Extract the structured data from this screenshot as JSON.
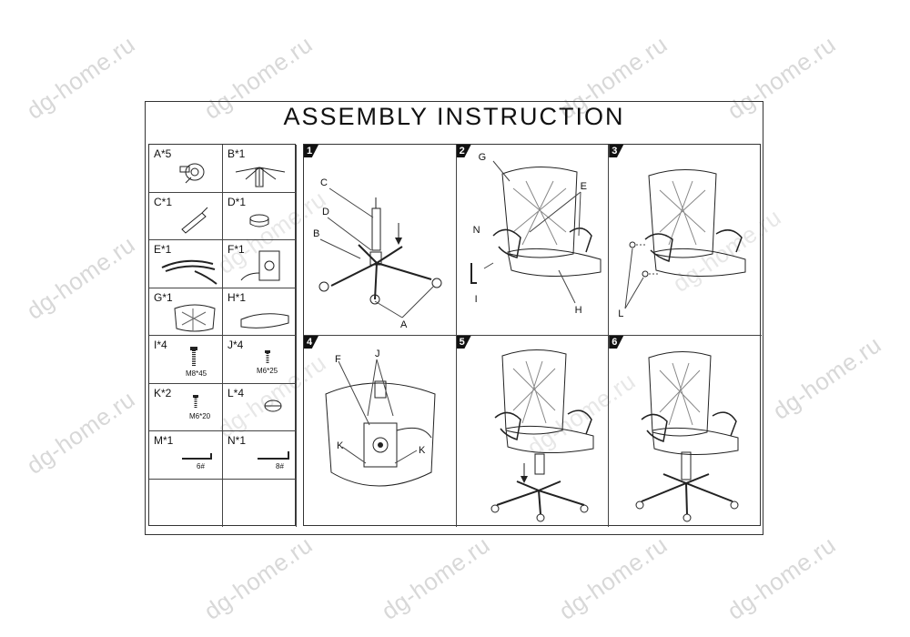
{
  "title": "ASSEMBLY INSTRUCTION",
  "watermark": "dg-home.ru",
  "parts": [
    {
      "label": "A*5",
      "note": ""
    },
    {
      "label": "B*1",
      "note": ""
    },
    {
      "label": "C*1",
      "note": ""
    },
    {
      "label": "D*1",
      "note": ""
    },
    {
      "label": "E*1",
      "note": ""
    },
    {
      "label": "F*1",
      "note": ""
    },
    {
      "label": "G*1",
      "note": ""
    },
    {
      "label": "H*1",
      "note": ""
    },
    {
      "label": "I*4",
      "note": "M8*45"
    },
    {
      "label": "J*4",
      "note": "M6*25"
    },
    {
      "label": "K*2",
      "note": "M6*20"
    },
    {
      "label": "L*4",
      "note": ""
    },
    {
      "label": "M*1",
      "note": "6#"
    },
    {
      "label": "N*1",
      "note": "8#"
    }
  ],
  "steps": [
    {
      "number": "1",
      "callouts": [
        "C",
        "D",
        "B",
        "A"
      ]
    },
    {
      "number": "2",
      "callouts": [
        "G",
        "E",
        "N",
        "I",
        "H"
      ]
    },
    {
      "number": "3",
      "callouts": [
        "L"
      ]
    },
    {
      "number": "4",
      "callouts": [
        "F",
        "J",
        "K",
        "K"
      ]
    },
    {
      "number": "5",
      "callouts": []
    },
    {
      "number": "6",
      "callouts": []
    }
  ]
}
